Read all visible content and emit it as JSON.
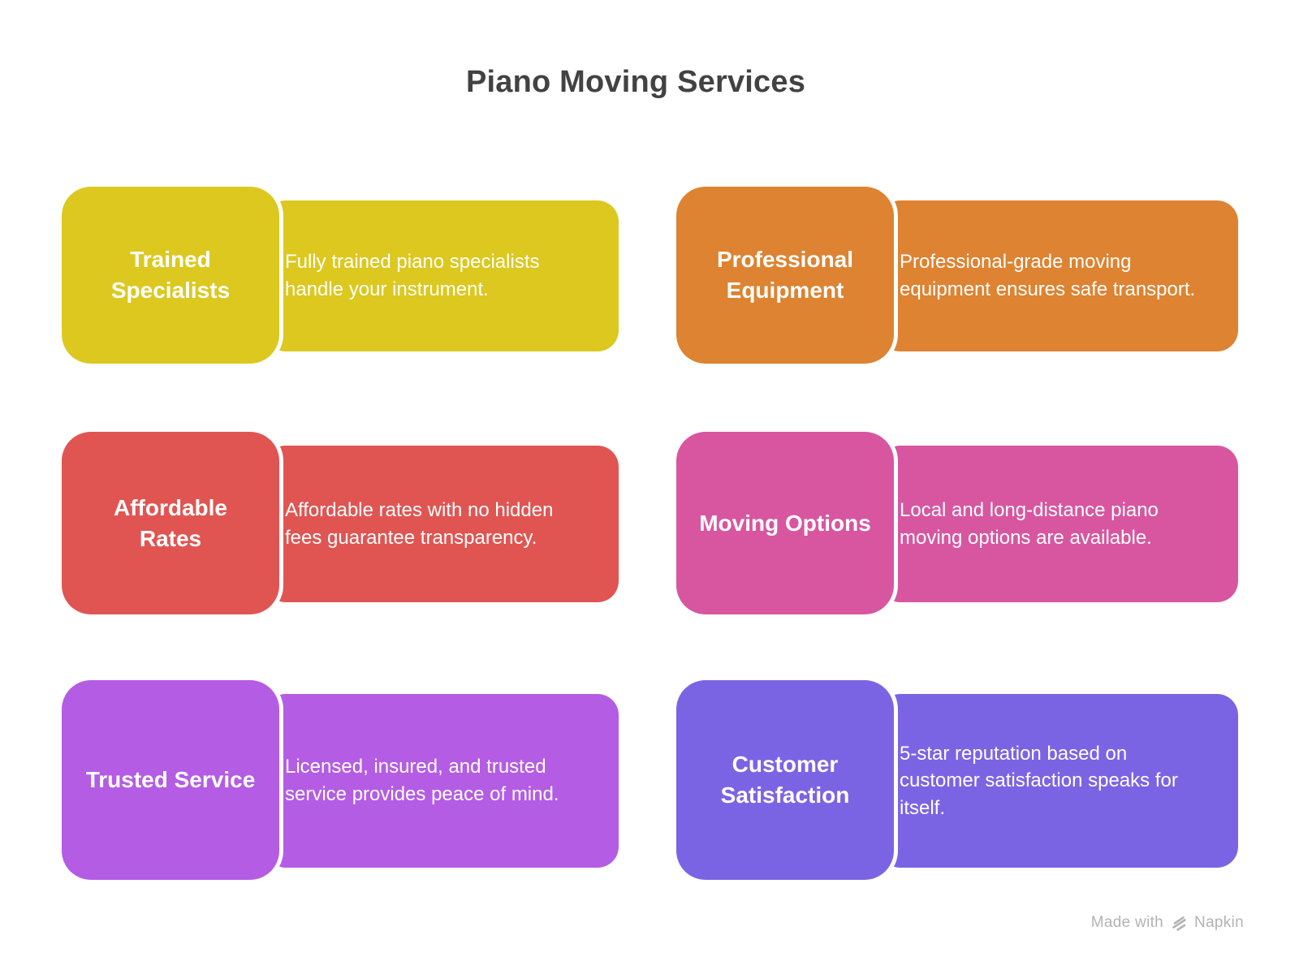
{
  "title": "Piano Moving Services",
  "title_color": "#424242",
  "cards": [
    {
      "title": "Trained Specialists",
      "description": "Fully trained piano specialists handle your instrument.",
      "color": "#dcc81f"
    },
    {
      "title": "Professional Equipment",
      "description": "Professional-grade moving equipment ensures safe transport.",
      "color": "#dd8331"
    },
    {
      "title": "Affordable Rates",
      "description": "Affordable rates with no hidden fees guarantee transparency.",
      "color": "#e05552"
    },
    {
      "title": "Moving Options",
      "description": "Local and long-distance piano moving options are available.",
      "color": "#d856a0"
    },
    {
      "title": "Trusted Service",
      "description": "Licensed, insured, and trusted service provides peace of mind.",
      "color": "#b45ce4"
    },
    {
      "title": "Customer Satisfaction",
      "description": "5-star reputation based on customer satisfaction speaks for itself.",
      "color": "#7b64e4"
    }
  ],
  "watermark": {
    "prefix": "Made with",
    "brand": "Napkin",
    "icon": "napkin-logo",
    "color": "#b3b3b3"
  }
}
